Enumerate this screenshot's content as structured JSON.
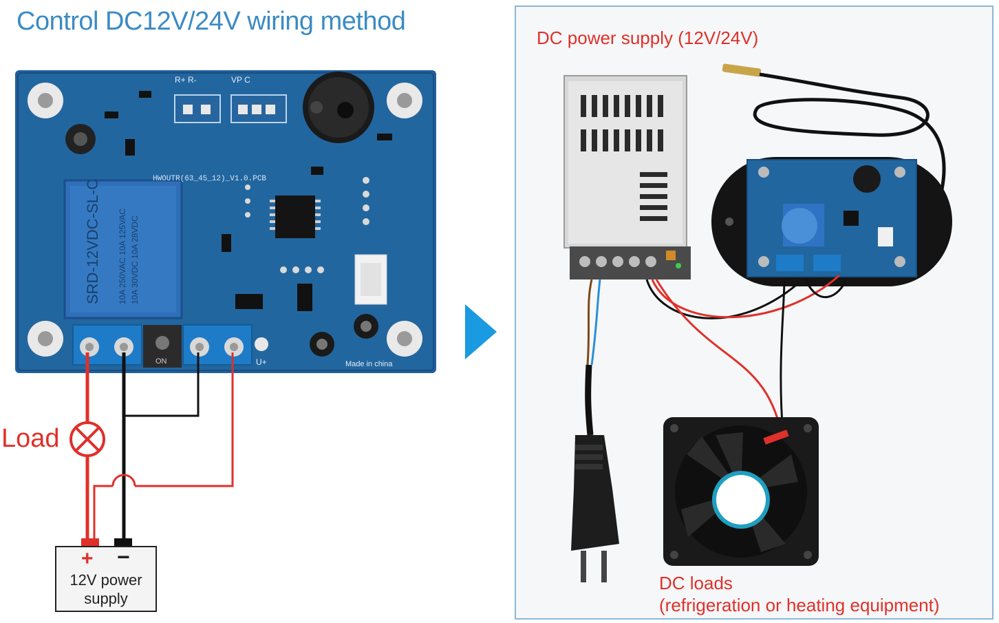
{
  "title": "Control DC12V/24V wiring method",
  "left": {
    "load_label": "Load",
    "power_supply": {
      "plus": "+",
      "minus": "−",
      "line1": "12V power",
      "line2": "supply"
    },
    "board_marks": {
      "relay_text1": "SRD-12VDC-SL-C",
      "relay_text2": "10A 250VAC  10A 125VAC",
      "relay_text3": "10A 30VDC  10A 28VDC",
      "pcb_name": "HWOUTR(63_45_12)_V1.0.PCB",
      "made_in": "Made in china",
      "on_label": "ON",
      "u_plus": "U+",
      "r_label": "R+  R-",
      "vp_label": "VP  C"
    }
  },
  "right": {
    "supply_label": "DC power supply (12V/24V)",
    "loads_label": "DC loads",
    "loads_sub": "(refrigeration or heating equipment)"
  },
  "colors": {
    "title": "#3b8bc4",
    "accent_red": "#e0302a",
    "arrow": "#1a9ae0",
    "pcb": "#1f5f9e"
  }
}
